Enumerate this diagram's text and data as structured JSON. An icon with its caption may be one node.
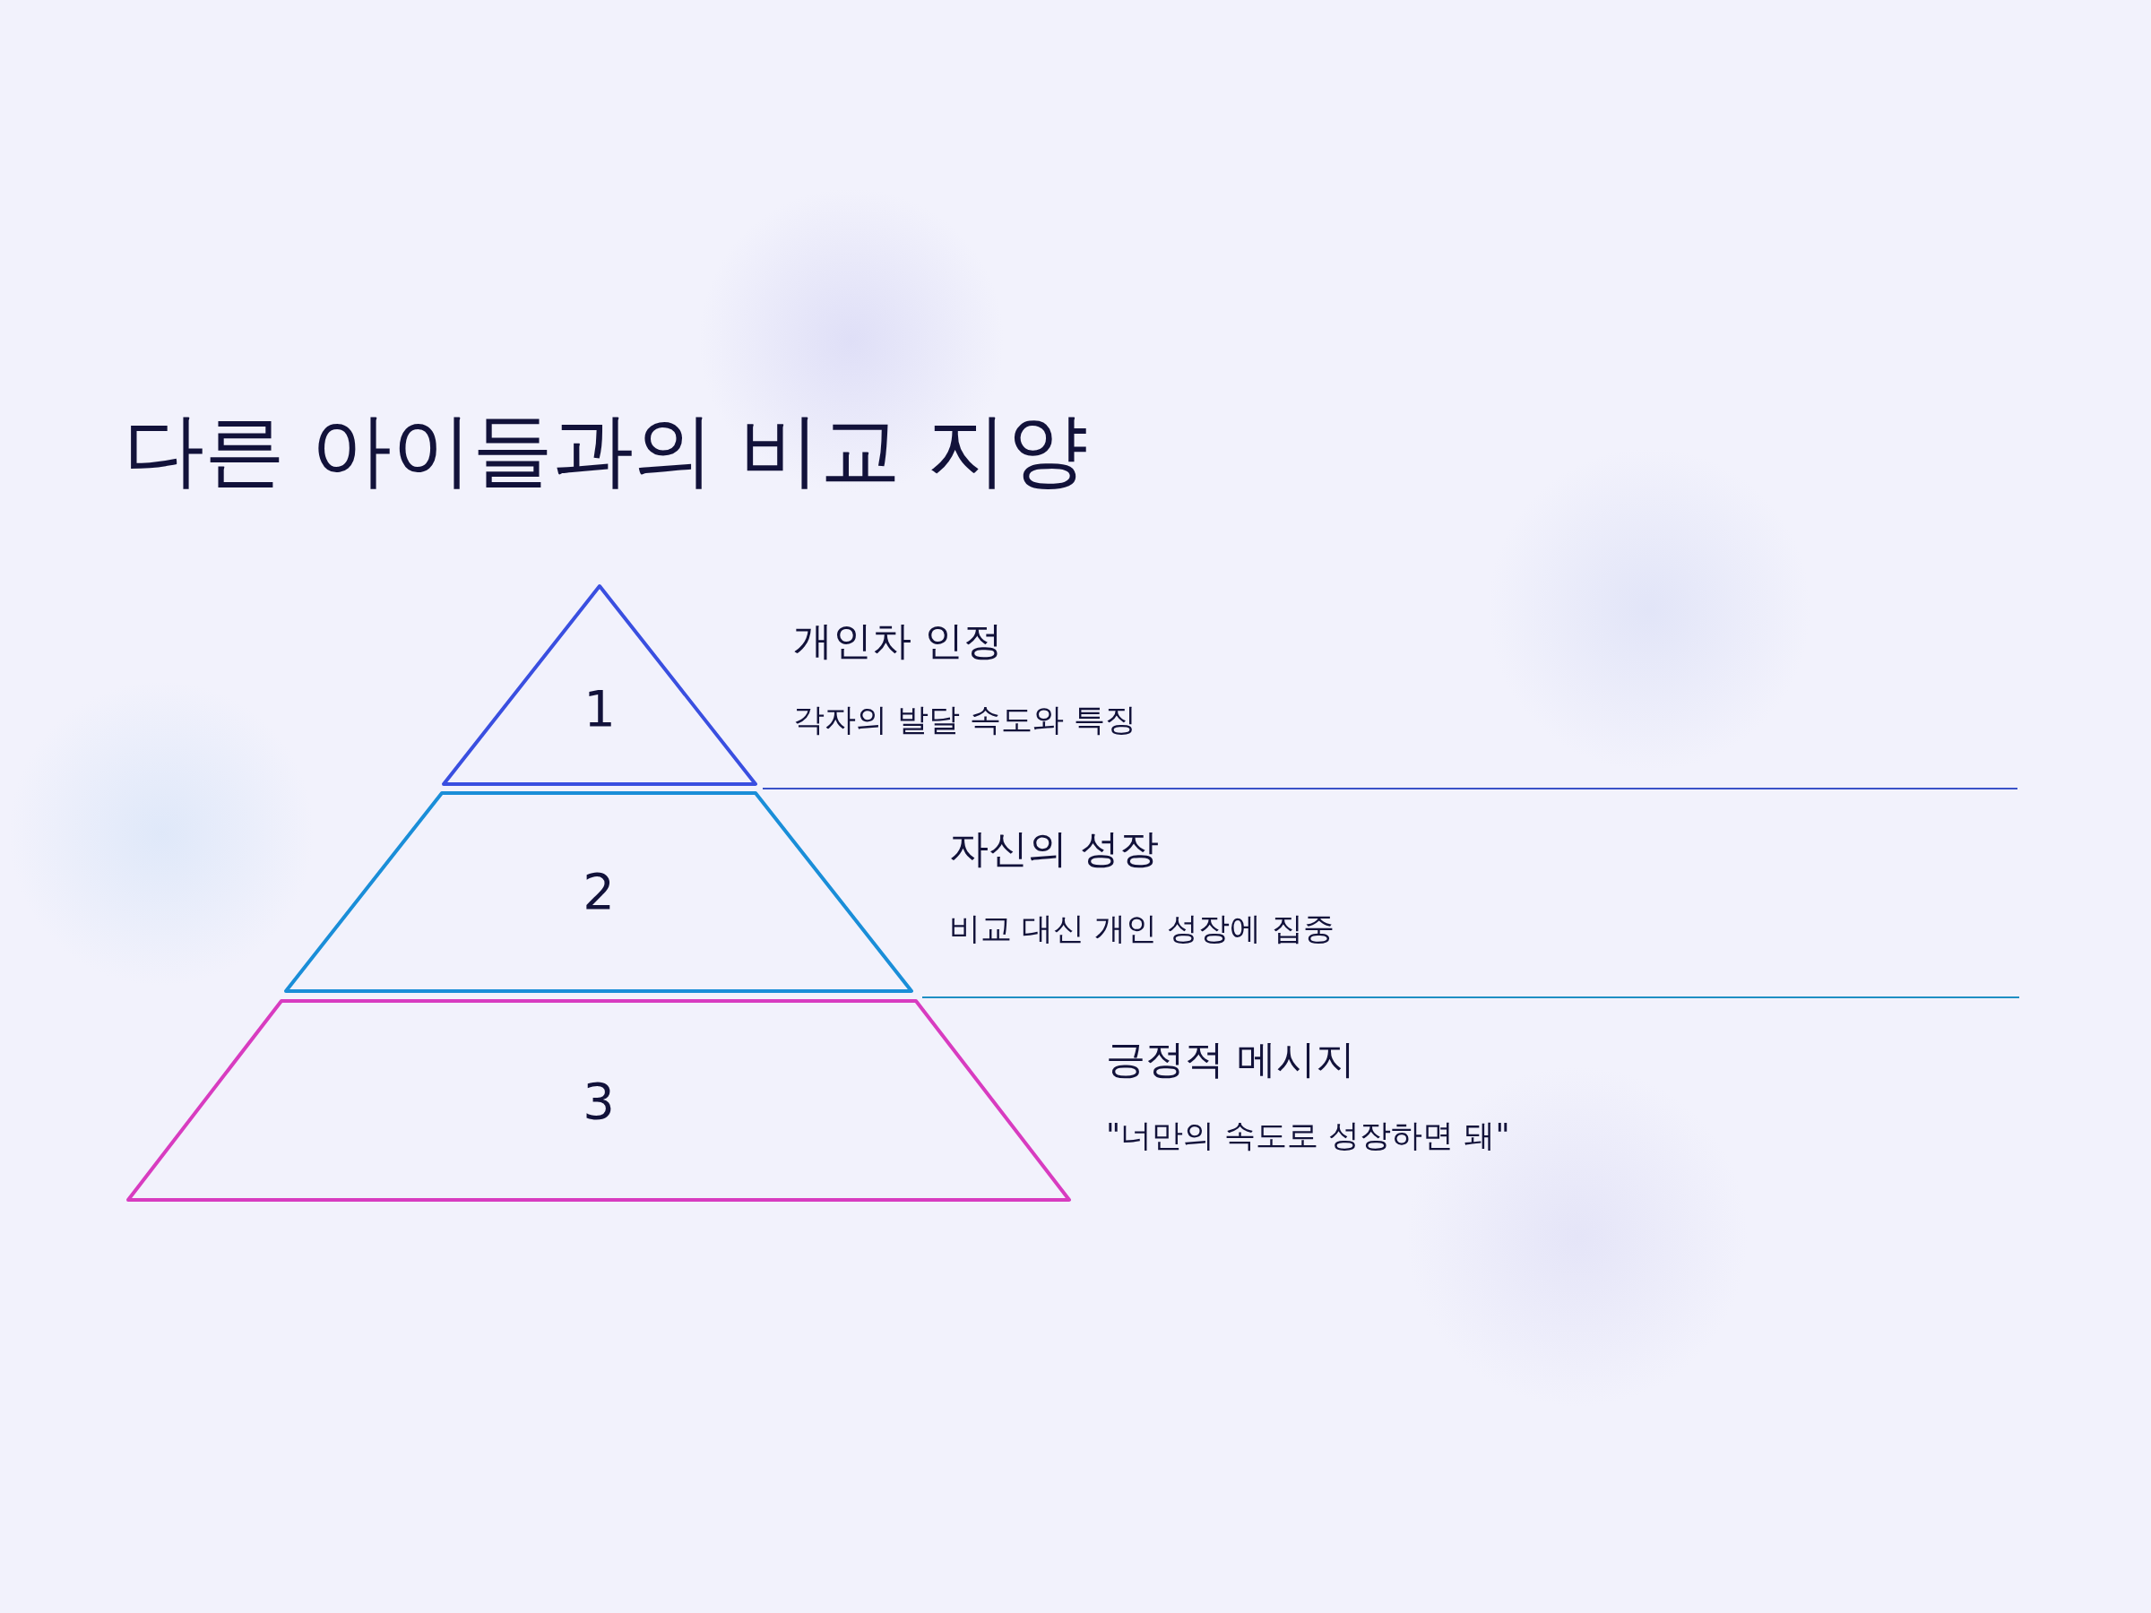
{
  "diagram": {
    "title": "다른 아이들과의 비교 지양",
    "nodes": [
      {
        "text": [
          "1"
        ],
        "beside": [
          "개인차 인정",
          "각자의 발달 속도와 특징"
        ]
      },
      {
        "text": [
          "2"
        ],
        "beside": [
          "자신의 성장",
          "비교 대신 개인 성장에 집중"
        ]
      },
      {
        "text": [
          "3"
        ],
        "beside": [
          "긍정적 메시지",
          "\"너만의 속도로 성장하면 돼\""
        ]
      }
    ]
  }
}
